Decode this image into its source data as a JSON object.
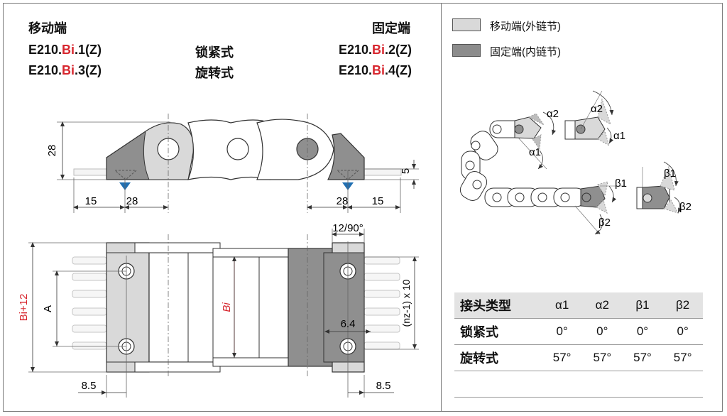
{
  "headers": {
    "moving_end": "移动端",
    "fixed_end": "固定端",
    "moving_model_1_pre": "E210.",
    "moving_model_1_red": "Bi",
    "moving_model_1_post": ".1(Z)",
    "moving_model_2_pre": "E210.",
    "moving_model_2_red": "Bi",
    "moving_model_2_post": ".3(Z)",
    "fixed_model_1_pre": "E210.",
    "fixed_model_1_red": "Bi",
    "fixed_model_1_post": ".2(Z)",
    "fixed_model_2_pre": "E210.",
    "fixed_model_2_red": "Bi",
    "fixed_model_2_post": ".4(Z)",
    "lock_type": "锁紧式",
    "swivel_type": "旋转式"
  },
  "side_view": {
    "height": "28",
    "offset_left": "15",
    "pitch_left": "28",
    "pitch_right": "28",
    "offset_right": "15",
    "thickness": "5"
  },
  "top_view": {
    "width_dim": "Bi+12",
    "dim_a": "A",
    "dim_bi": "Bi",
    "angle_label": "12/90°",
    "hole_spacing": "(nz-1) x 10",
    "hole_dia": "6.4",
    "edge_left": "8.5",
    "edge_right": "8.5"
  },
  "legend": {
    "moving_label": "移动端(外链节)",
    "fixed_label": "固定端(内链节)",
    "moving_color": "#d9d9d9",
    "fixed_color": "#8c8c8c"
  },
  "angles": {
    "a1": "α1",
    "a2": "α2",
    "b1": "β1",
    "b2": "β2"
  },
  "table": {
    "headers": [
      "接头类型",
      "α1",
      "α2",
      "β1",
      "β2"
    ],
    "rows": [
      [
        "锁紧式",
        "0°",
        "0°",
        "0°",
        "0°"
      ],
      [
        "旋转式",
        "57°",
        "57°",
        "57°",
        "57°"
      ]
    ]
  }
}
